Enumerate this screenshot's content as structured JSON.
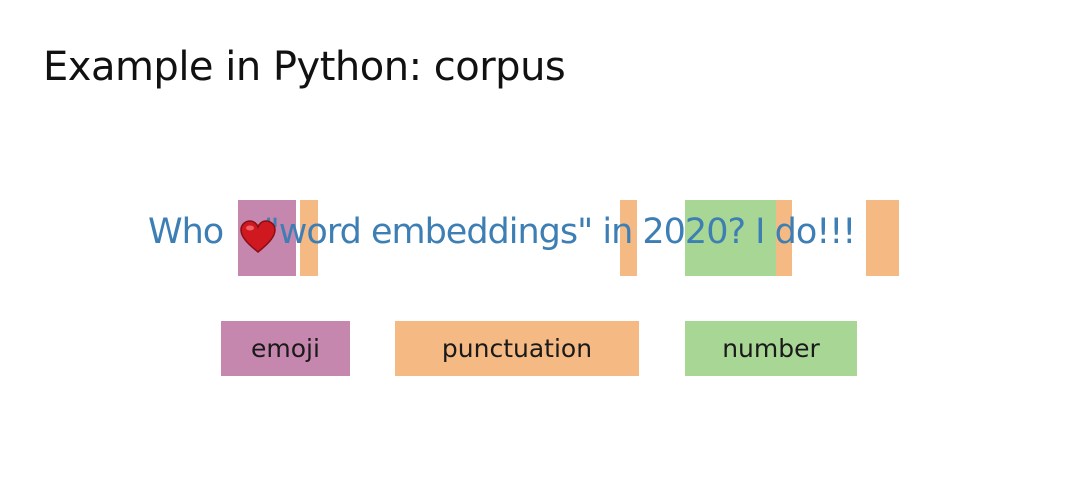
{
  "slide": {
    "title": "Example in Python: corpus"
  },
  "sentence": {
    "text": "Who    \"word embeddings\" in 2020? I do!!!",
    "emoji_icon": "red-heart-icon"
  },
  "legend": {
    "emoji_label": "emoji",
    "punctuation_label": "punctuation",
    "number_label": "number"
  },
  "colors": {
    "emoji": "#c687ae",
    "punctuation": "#f5b984",
    "number": "#a8d695",
    "sentence_text": "#3d7fb4"
  }
}
